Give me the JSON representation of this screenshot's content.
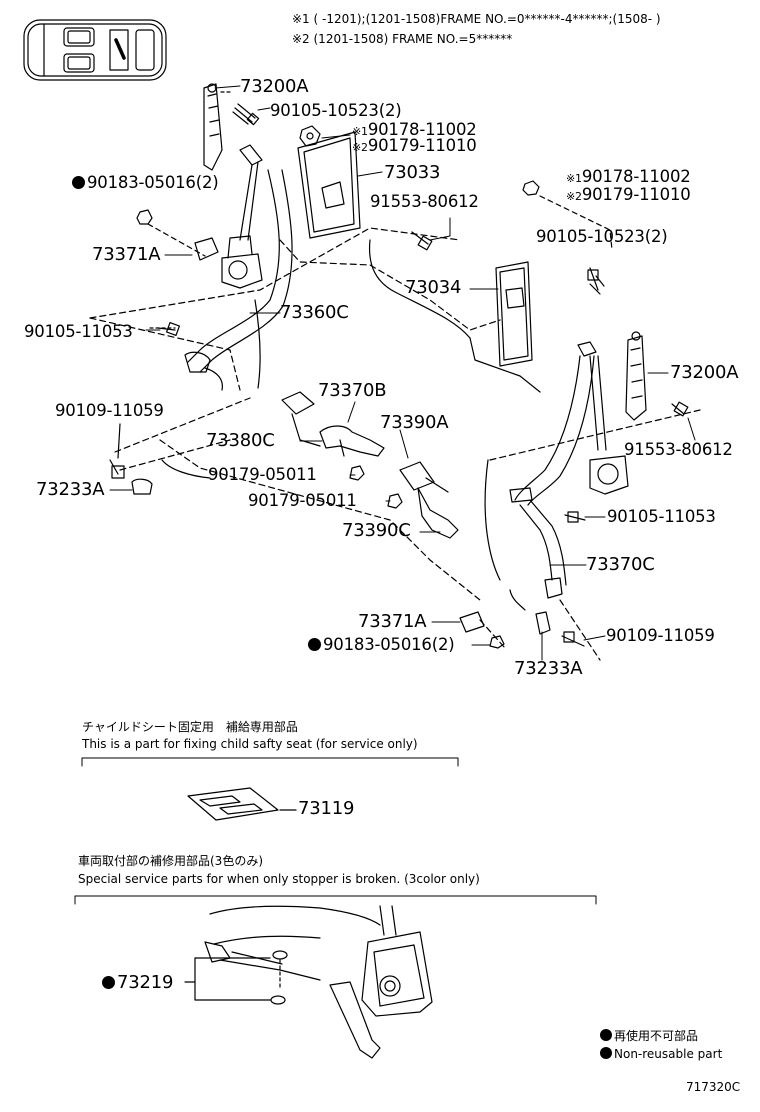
{
  "header": {
    "line1": "※1 (       -1201);(1201-1508)FRAME NO.=0******-4******;(1508-      )",
    "line2": "※2 (1201-1508) FRAME NO.=5******"
  },
  "parts": {
    "p73200A_top": "73200A",
    "p90105_10523_top": "90105-10523(2)",
    "p90178_11002_top": "90178-11002",
    "p90179_11010_top": "90179-11010",
    "p73033": "73033",
    "p90183_05016_left": "90183-05016(2)",
    "p91553_80612_top": "91553-80612",
    "p73371A_left": "73371A",
    "p73034": "73034",
    "p73360C": "73360C",
    "p90105_11053_left": "90105-11053",
    "p73370B": "73370B",
    "p90109_11059_left": "90109-11059",
    "p73390A": "73390A",
    "p73380C": "73380C",
    "p90179_05011_a": "90179-05011",
    "p90179_05011_b": "90179-05011",
    "p73233A_left": "73233A",
    "p73390C": "73390C",
    "p90178_11002_right": "90178-11002",
    "p90179_11010_right": "90179-11010",
    "p90105_10523_right": "90105-10523(2)",
    "p73200A_right": "73200A",
    "p91553_80612_right": "91553-80612",
    "p90105_11053_right": "90105-11053",
    "p73370C": "73370C",
    "p73371A_right": "73371A",
    "p90183_05016_right": "90183-05016(2)",
    "p90109_11059_right": "90109-11059",
    "p73233A_right": "73233A",
    "p73119": "73119",
    "p73219": "73219"
  },
  "markers": {
    "m1": "※1",
    "m2": "※2"
  },
  "section1": {
    "jp": "チャイルドシート固定用　補給専用部品",
    "en": "This is a part for fixing child safty seat (for service only)"
  },
  "section2": {
    "jp": "車両取付部の補修用部品(3色のみ)",
    "en": "Special service parts for when only stopper is broken. (3color only)"
  },
  "legend": {
    "jp": "再使用不可部品",
    "en": "Non-reusable part"
  },
  "diagram_id": "717320C"
}
